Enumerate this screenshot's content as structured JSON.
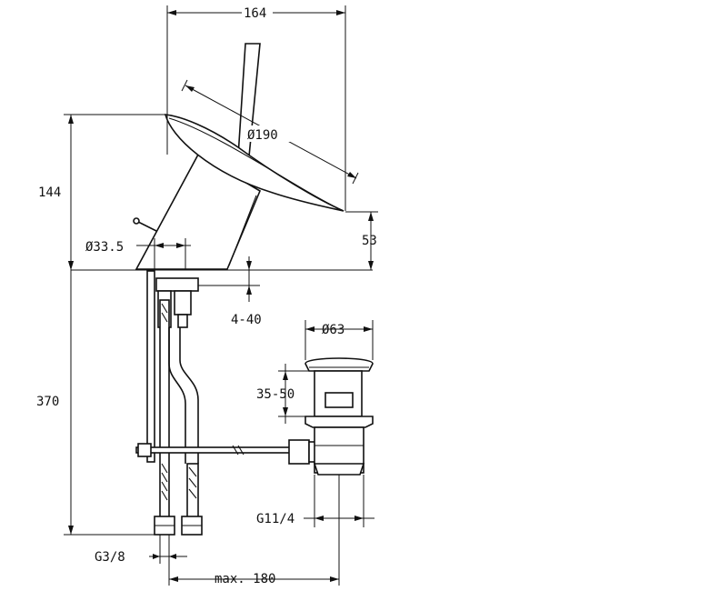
{
  "drawing": {
    "dimensions": {
      "top_width": "164",
      "disc_diameter": "Ø190",
      "height_upper": "144",
      "base_diameter": "Ø33.5",
      "lever_offset": "53",
      "deck_thickness": "4-40",
      "drain_diameter": "Ø63",
      "drain_adjust": "35-50",
      "height_lower": "370",
      "drain_thread": "G11/4",
      "supply_thread": "G3/8",
      "max_distance": "max. 180"
    }
  }
}
